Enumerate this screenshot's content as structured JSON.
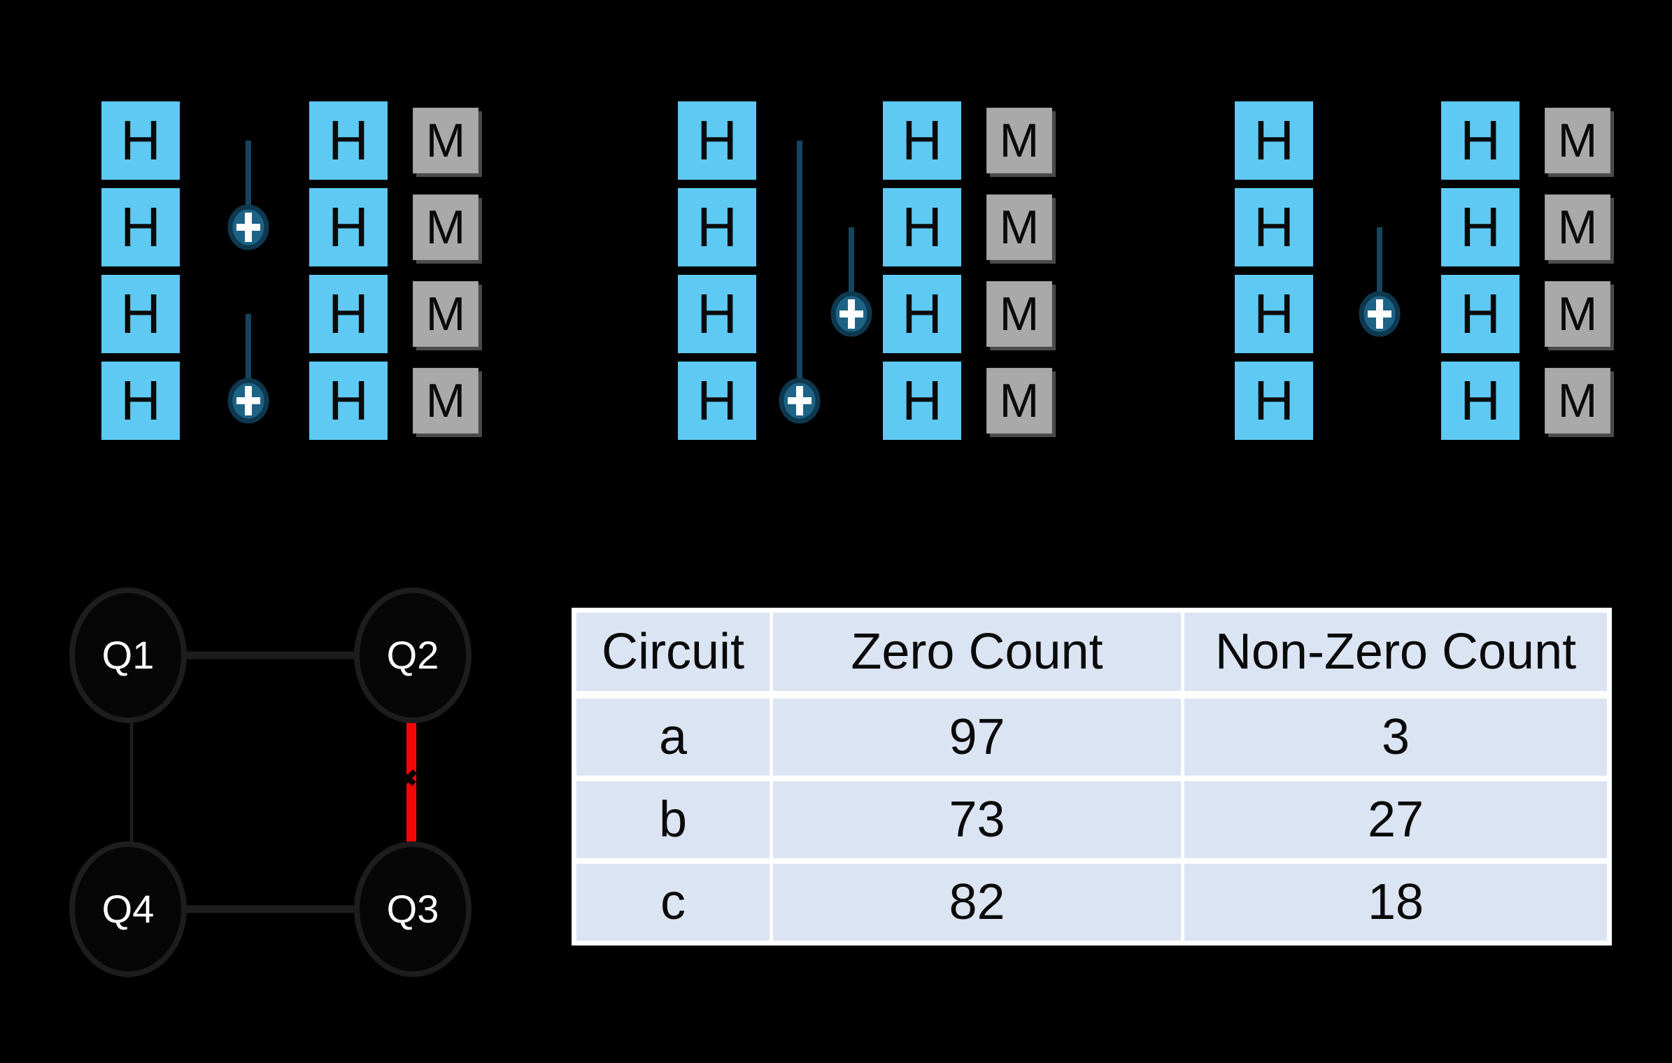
{
  "gates": {
    "hadamard": "H",
    "measure": "M"
  },
  "circuits": [
    {
      "name": "a",
      "qubits": 4,
      "columns": [
        "H",
        "CNOT",
        "H",
        "M"
      ],
      "cnots": [
        {
          "control": 1,
          "target": 2
        },
        {
          "control": 3,
          "target": 4
        }
      ]
    },
    {
      "name": "b",
      "qubits": 4,
      "columns": [
        "H",
        "CNOT",
        "H",
        "M"
      ],
      "cnots": [
        {
          "control": 1,
          "target": 4
        },
        {
          "control": 2,
          "target": 3
        }
      ]
    },
    {
      "name": "c",
      "qubits": 4,
      "columns": [
        "H",
        "CNOT",
        "H",
        "M"
      ],
      "cnots": [
        {
          "control": 2,
          "target": 3
        }
      ]
    }
  ],
  "graph": {
    "nodes": [
      {
        "label": "Q1",
        "position": "top-left"
      },
      {
        "label": "Q2",
        "position": "top-right"
      },
      {
        "label": "Q3",
        "position": "bottom-right"
      },
      {
        "label": "Q4",
        "position": "bottom-left"
      }
    ],
    "edges": [
      {
        "from": "Q1",
        "to": "Q2",
        "style": "thick-dark"
      },
      {
        "from": "Q1",
        "to": "Q4",
        "style": "thin-dark"
      },
      {
        "from": "Q4",
        "to": "Q3",
        "style": "thick-dark"
      },
      {
        "from": "Q2",
        "to": "Q3",
        "style": "red-broken"
      }
    ]
  },
  "table": {
    "columns": [
      "Circuit",
      "Zero Count",
      "Non-Zero Count"
    ],
    "rows": [
      [
        "a",
        "97",
        "3"
      ],
      [
        "b",
        "73",
        "27"
      ],
      [
        "c",
        "82",
        "18"
      ]
    ]
  },
  "colors": {
    "background": "#000000",
    "h_gate": "#5EC9F2",
    "m_gate": "#A9A9A9",
    "cnot_fill": "#1D6385",
    "cnot_stroke": "#0E3850",
    "cnot_wire": "#16455F",
    "graph_edge": "#1D1D1D",
    "broken_edge": "#F50505",
    "table_cell": "#DBE4F3",
    "table_border": "#FFFFFF"
  }
}
